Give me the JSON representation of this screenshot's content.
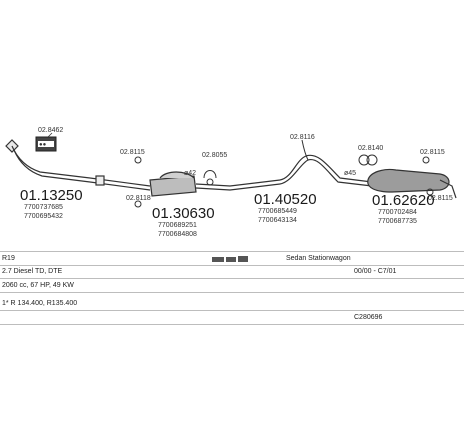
{
  "parts": {
    "p1": {
      "num": "01.13250",
      "refs": [
        "7700737685",
        "7700695432"
      ]
    },
    "p2": {
      "num": "01.30630",
      "refs": [
        "7700689251",
        "7700684808"
      ]
    },
    "p3": {
      "num": "01.40520",
      "refs": [
        "7700685449",
        "7700643134"
      ]
    },
    "p4": {
      "num": "01.62620",
      "refs": [
        "7700702484",
        "7700687735"
      ]
    }
  },
  "fittings": {
    "f_gasket": "02.8462",
    "f_clamp1": "02.8115",
    "f_clamp2": "02.8118",
    "f_mount1": "02.8055",
    "f_mount2": "02.8116",
    "f_mount3": "02.8140",
    "f_clamp3": "02.8115",
    "f_clamp4": "02.8115"
  },
  "diameters": {
    "d1": "ø42",
    "d2": "ø45"
  },
  "table": {
    "model": "R19",
    "body": "Sedan Stationwagon",
    "engine": "2.7 Diesel TD, DTE",
    "period": "00/00 - C7/01",
    "capacity": "2060 cc, 67 HP, 49 KW",
    "chassis": "1* R 134.400, R135.400",
    "code": "C280696"
  },
  "colors": {
    "line": "#333333",
    "fill": "#d9d9d9",
    "dark": "#555555"
  }
}
